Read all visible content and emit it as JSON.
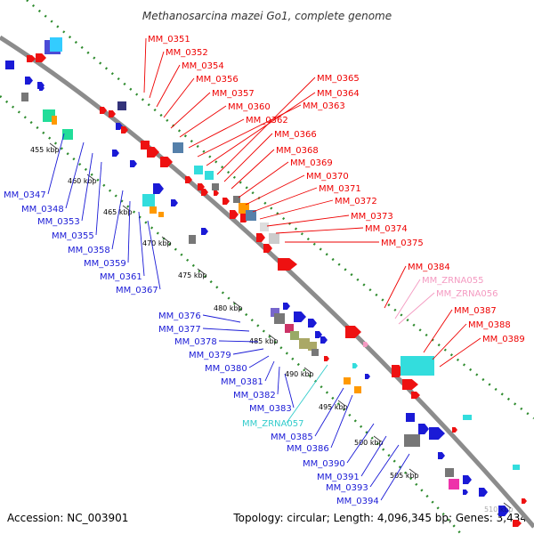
{
  "title": "Methanosarcina mazei Go1, complete genome",
  "footer": {
    "accession": "Accession: NC_003901",
    "topology": "Topology: circular; Length: 4,096,345 bp; Genes: 3,434"
  },
  "colors": {
    "forward_label": "#ee0000",
    "reverse_label": "#1a1ad6",
    "rna_label_forward": "#f49ac1",
    "rna_label_reverse": "#33cccc",
    "backbone": "#8c8c8c",
    "guide": "#2e8b2e"
  },
  "ticks": [
    "455 kbp",
    "460 kbp",
    "465 kbp",
    "470 kbp",
    "475 kbp",
    "480 kbp",
    "485 kbp",
    "490 kbp",
    "495 kbp",
    "500 kbp",
    "505 kbp",
    "510 kbp"
  ],
  "forward_labels": [
    "MM_0351",
    "MM_0352",
    "MM_0354",
    "MM_0356",
    "MM_0357",
    "MM_0360",
    "MM_0362",
    "MM_0363",
    "MM_0364",
    "MM_0365",
    "MM_0366",
    "MM_0368",
    "MM_0369",
    "MM_0370",
    "MM_0371",
    "MM_0372",
    "MM_0373",
    "MM_0374",
    "MM_0375",
    "MM_0384",
    "MM_ZRNA055",
    "MM_ZRNA056",
    "MM_0387",
    "MM_0388",
    "MM_0389"
  ],
  "reverse_labels": [
    "MM_0347",
    "MM_0348",
    "MM_0353",
    "MM_0355",
    "MM_0358",
    "MM_0359",
    "MM_0361",
    "MM_0367",
    "MM_0376",
    "MM_0377",
    "MM_0378",
    "MM_0379",
    "MM_0380",
    "MM_0381",
    "MM_0382",
    "MM_0383",
    "MM_ZRNA057",
    "MM_0385",
    "MM_0386",
    "MM_0390",
    "MM_0391",
    "MM_0393",
    "MM_0394"
  ]
}
